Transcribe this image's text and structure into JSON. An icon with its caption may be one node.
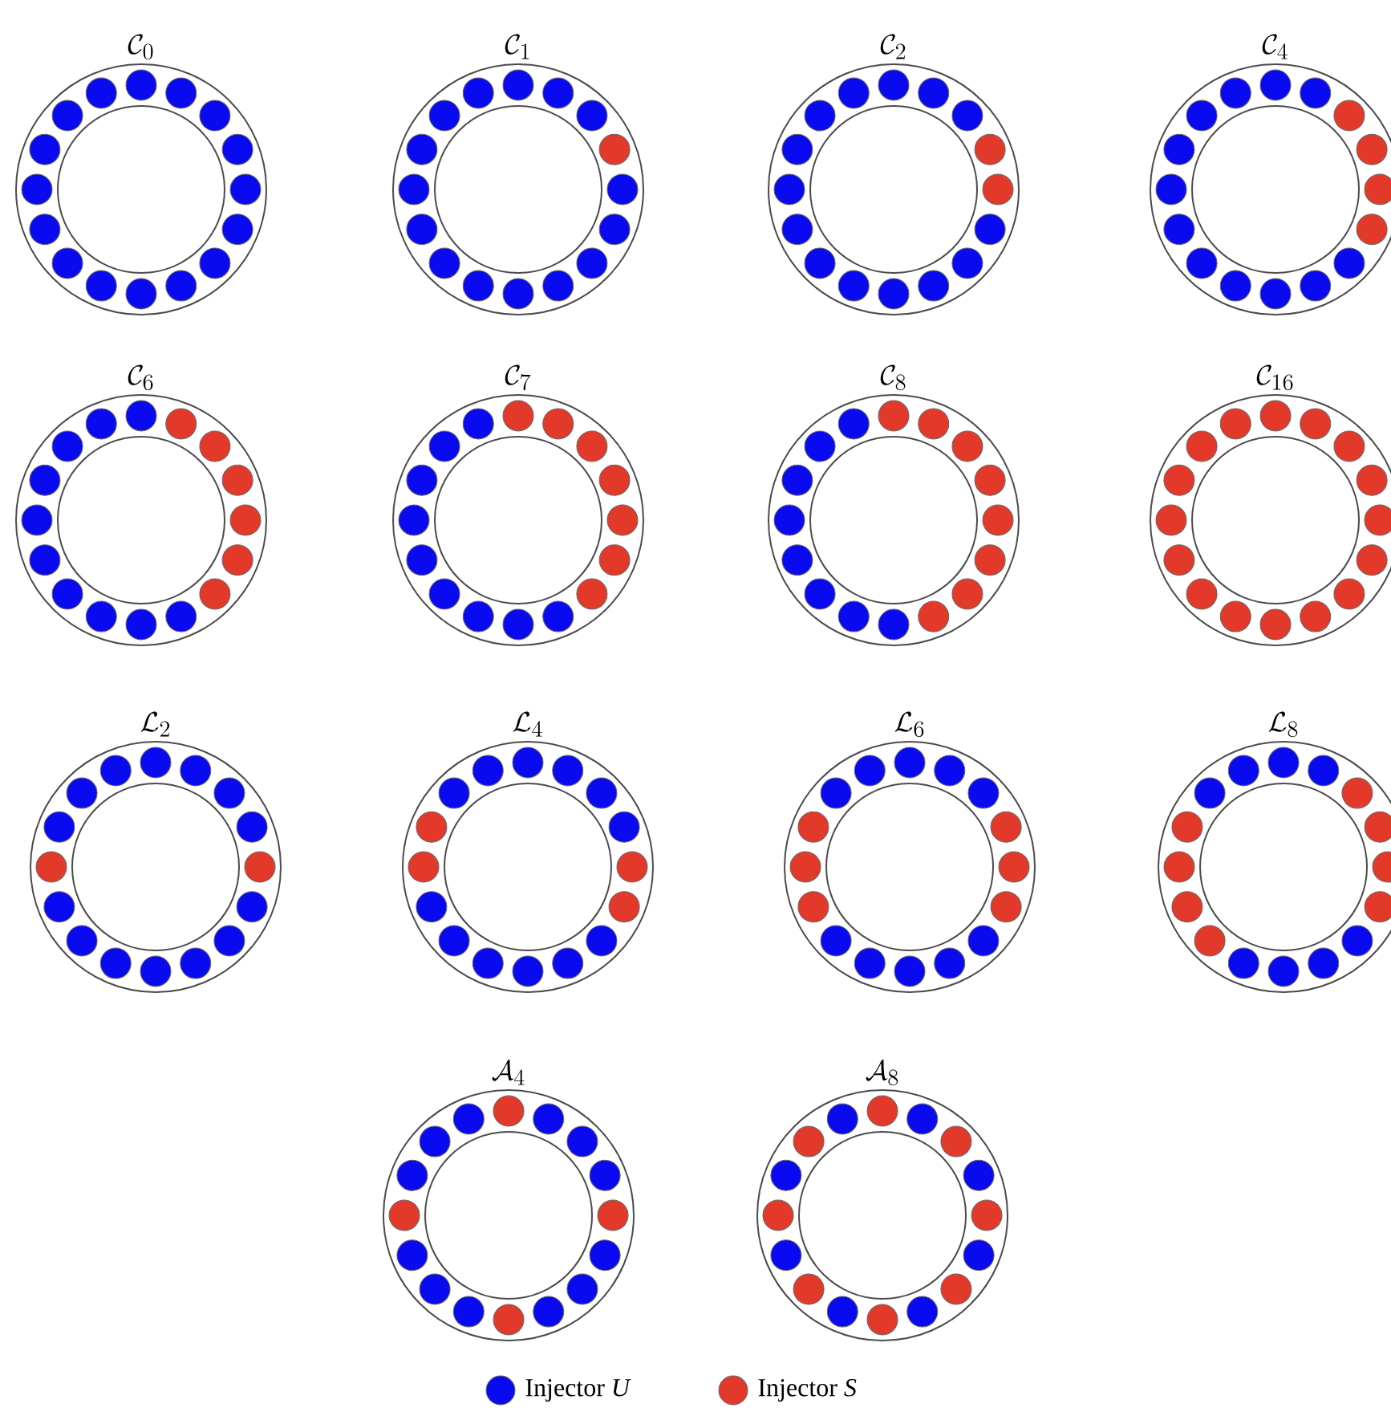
{
  "diagram": {
    "nodes": [
      {
        "text": [
          "\\mathcal{C}_0"
        ]
      },
      {
        "text": [
          "\\mathcal{C}_1"
        ]
      },
      {
        "text": [
          "\\mathcal{C}_2"
        ]
      },
      {
        "text": [
          "\\mathcal{C}_4"
        ]
      },
      {
        "text": [
          "\\mathcal{C}_6"
        ]
      },
      {
        "text": [
          "\\mathcal{C}_7"
        ]
      },
      {
        "text": [
          "\\mathcal{C}_8"
        ]
      },
      {
        "text": [
          "\\mathcal{C}_{16}"
        ]
      },
      {
        "text": [
          "\\mathcal{L}_2"
        ]
      },
      {
        "text": [
          "\\mathcal{L}_4"
        ]
      },
      {
        "text": [
          "\\mathcal{L}_6"
        ]
      },
      {
        "text": [
          "\\mathcal{L}_8"
        ]
      },
      {
        "text": [
          "\\mathcal{A}_4"
        ]
      },
      {
        "text": [
          "\\mathcal{A}_8"
        ]
      }
    ],
    "edges": [],
    "legend": [
      {
        "text": "Injector *U*",
        "color": "#0a0af0"
      },
      {
        "text": "Injector *S*",
        "color": "#e3392b"
      }
    ]
  }
}
